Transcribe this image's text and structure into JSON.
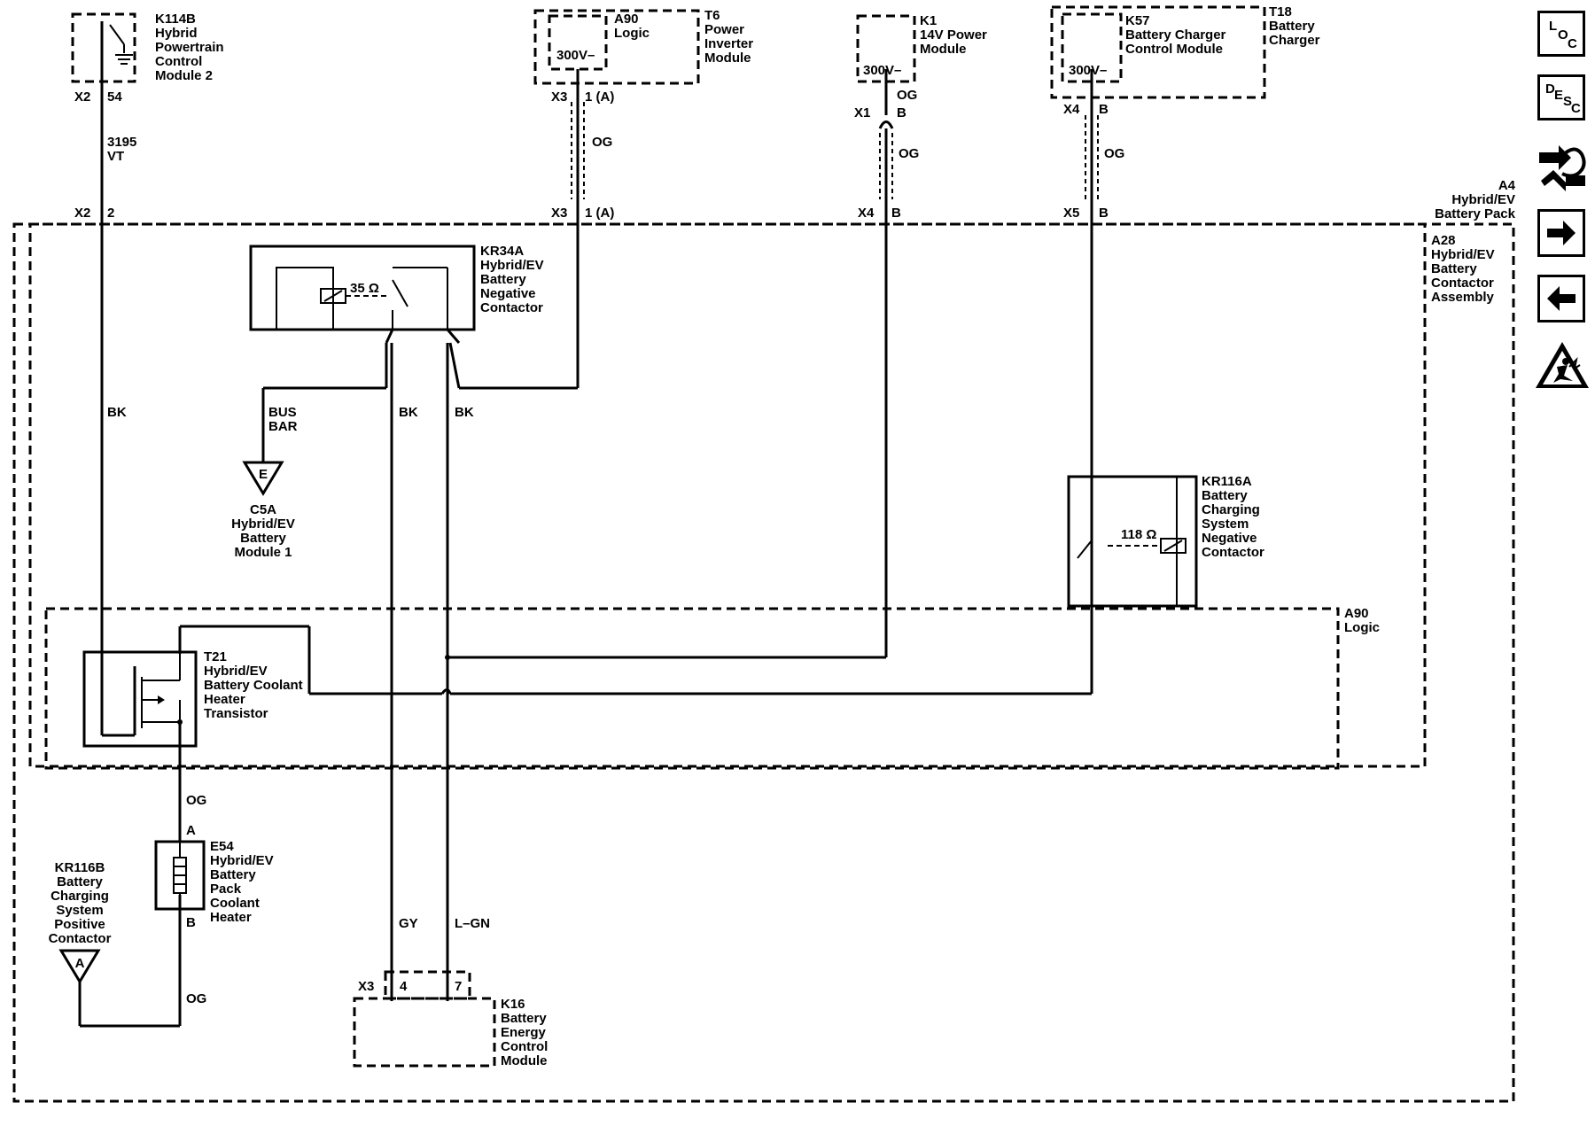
{
  "components": {
    "k114b": {
      "id": "K114B",
      "name": [
        "Hybrid",
        "Powertrain",
        "Control",
        "Module 2"
      ]
    },
    "a90_top": {
      "id": "A90",
      "name": [
        "Logic"
      ],
      "voltage": "300V–"
    },
    "t6": {
      "id": "T6",
      "name": [
        "Power",
        "Inverter",
        "Module"
      ]
    },
    "k1": {
      "id": "K1",
      "name": [
        "14V Power",
        "Module"
      ],
      "voltage": "300V–"
    },
    "k57": {
      "id": "K57",
      "name": [
        "Battery Charger",
        "Control Module"
      ],
      "voltage": "300V–"
    },
    "t18": {
      "id": "T18",
      "name": [
        "Battery",
        "Charger"
      ]
    },
    "a4": {
      "id": "A4",
      "name": [
        "Hybrid/EV",
        "Battery Pack"
      ]
    },
    "a28": {
      "id": "A28",
      "name": [
        "Hybrid/EV",
        "Battery",
        "Contactor",
        "Assembly"
      ]
    },
    "kr34a": {
      "id": "KR34A",
      "name": [
        "Hybrid/EV",
        "Battery",
        "Negative",
        "Contactor"
      ],
      "resistance": "35 Ω"
    },
    "c5a": {
      "id": "C5A",
      "name": [
        "Hybrid/EV",
        "Battery",
        "Module 1"
      ],
      "ground_letter": "E",
      "bus_bar": [
        "BUS",
        "BAR"
      ]
    },
    "kr116a": {
      "id": "KR116A",
      "name": [
        "Battery",
        "Charging",
        "System",
        "Negative",
        "Contactor"
      ],
      "resistance": "118 Ω"
    },
    "a90_inner": {
      "id": "A90",
      "name": [
        "Logic"
      ]
    },
    "t21": {
      "id": "T21",
      "name": [
        "Hybrid/EV",
        "Battery Coolant",
        "Heater",
        "Transistor"
      ]
    },
    "e54": {
      "id": "E54",
      "name": [
        "Hybrid/EV",
        "Battery",
        "Pack",
        "Coolant",
        "Heater"
      ],
      "pin_a": "A",
      "pin_b": "B"
    },
    "kr116b": {
      "id": "KR116B",
      "name": [
        "Battery",
        "Charging",
        "System",
        "Positive",
        "Contactor"
      ],
      "ref_letter": "A"
    },
    "k16": {
      "id": "K16",
      "name": [
        "Battery",
        "Energy",
        "Control",
        "Module"
      ]
    }
  },
  "connectors": {
    "k114b_x2": "X2",
    "k114b_pin": "54",
    "a4_x2": "X2",
    "a4_x2_pin": "2",
    "t6_x3": "X3",
    "t6_pin": "1 (A)",
    "a4_x3": "X3",
    "a4_x3_pin": "1 (A)",
    "k1_x1": "X1",
    "k1_pin": "B",
    "a4_x4": "X4",
    "a4_x4_pin": "B",
    "k57_x4": "X4",
    "k57_pin": "B",
    "a4_x5": "X5",
    "a4_x5_pin": "B",
    "k16_x3": "X3",
    "k16_pin4": "4",
    "k16_pin7": "7"
  },
  "wires": {
    "circuit_3195": "3195",
    "vt": "VT",
    "og_t6": "OG",
    "og_k1_a": "OG",
    "og_k1_b": "OG",
    "og_k57": "OG",
    "bk_left": "BK",
    "bk_mid": "BK",
    "bk_right": "BK",
    "og_heater_top": "OG",
    "og_heater_bottom": "OG",
    "gy": "GY",
    "lgn": "L–GN"
  },
  "nav": {
    "loc": {
      "l": "L",
      "o": "O",
      "c": "C"
    },
    "desc": {
      "d": "D",
      "e": "E",
      "s": "S",
      "c": "C"
    },
    "icons": [
      "loc-button-icon",
      "desc-button-icon",
      "connector-end-view-icon",
      "next-arrow-icon",
      "previous-arrow-icon",
      "high-voltage-warning-icon"
    ]
  }
}
